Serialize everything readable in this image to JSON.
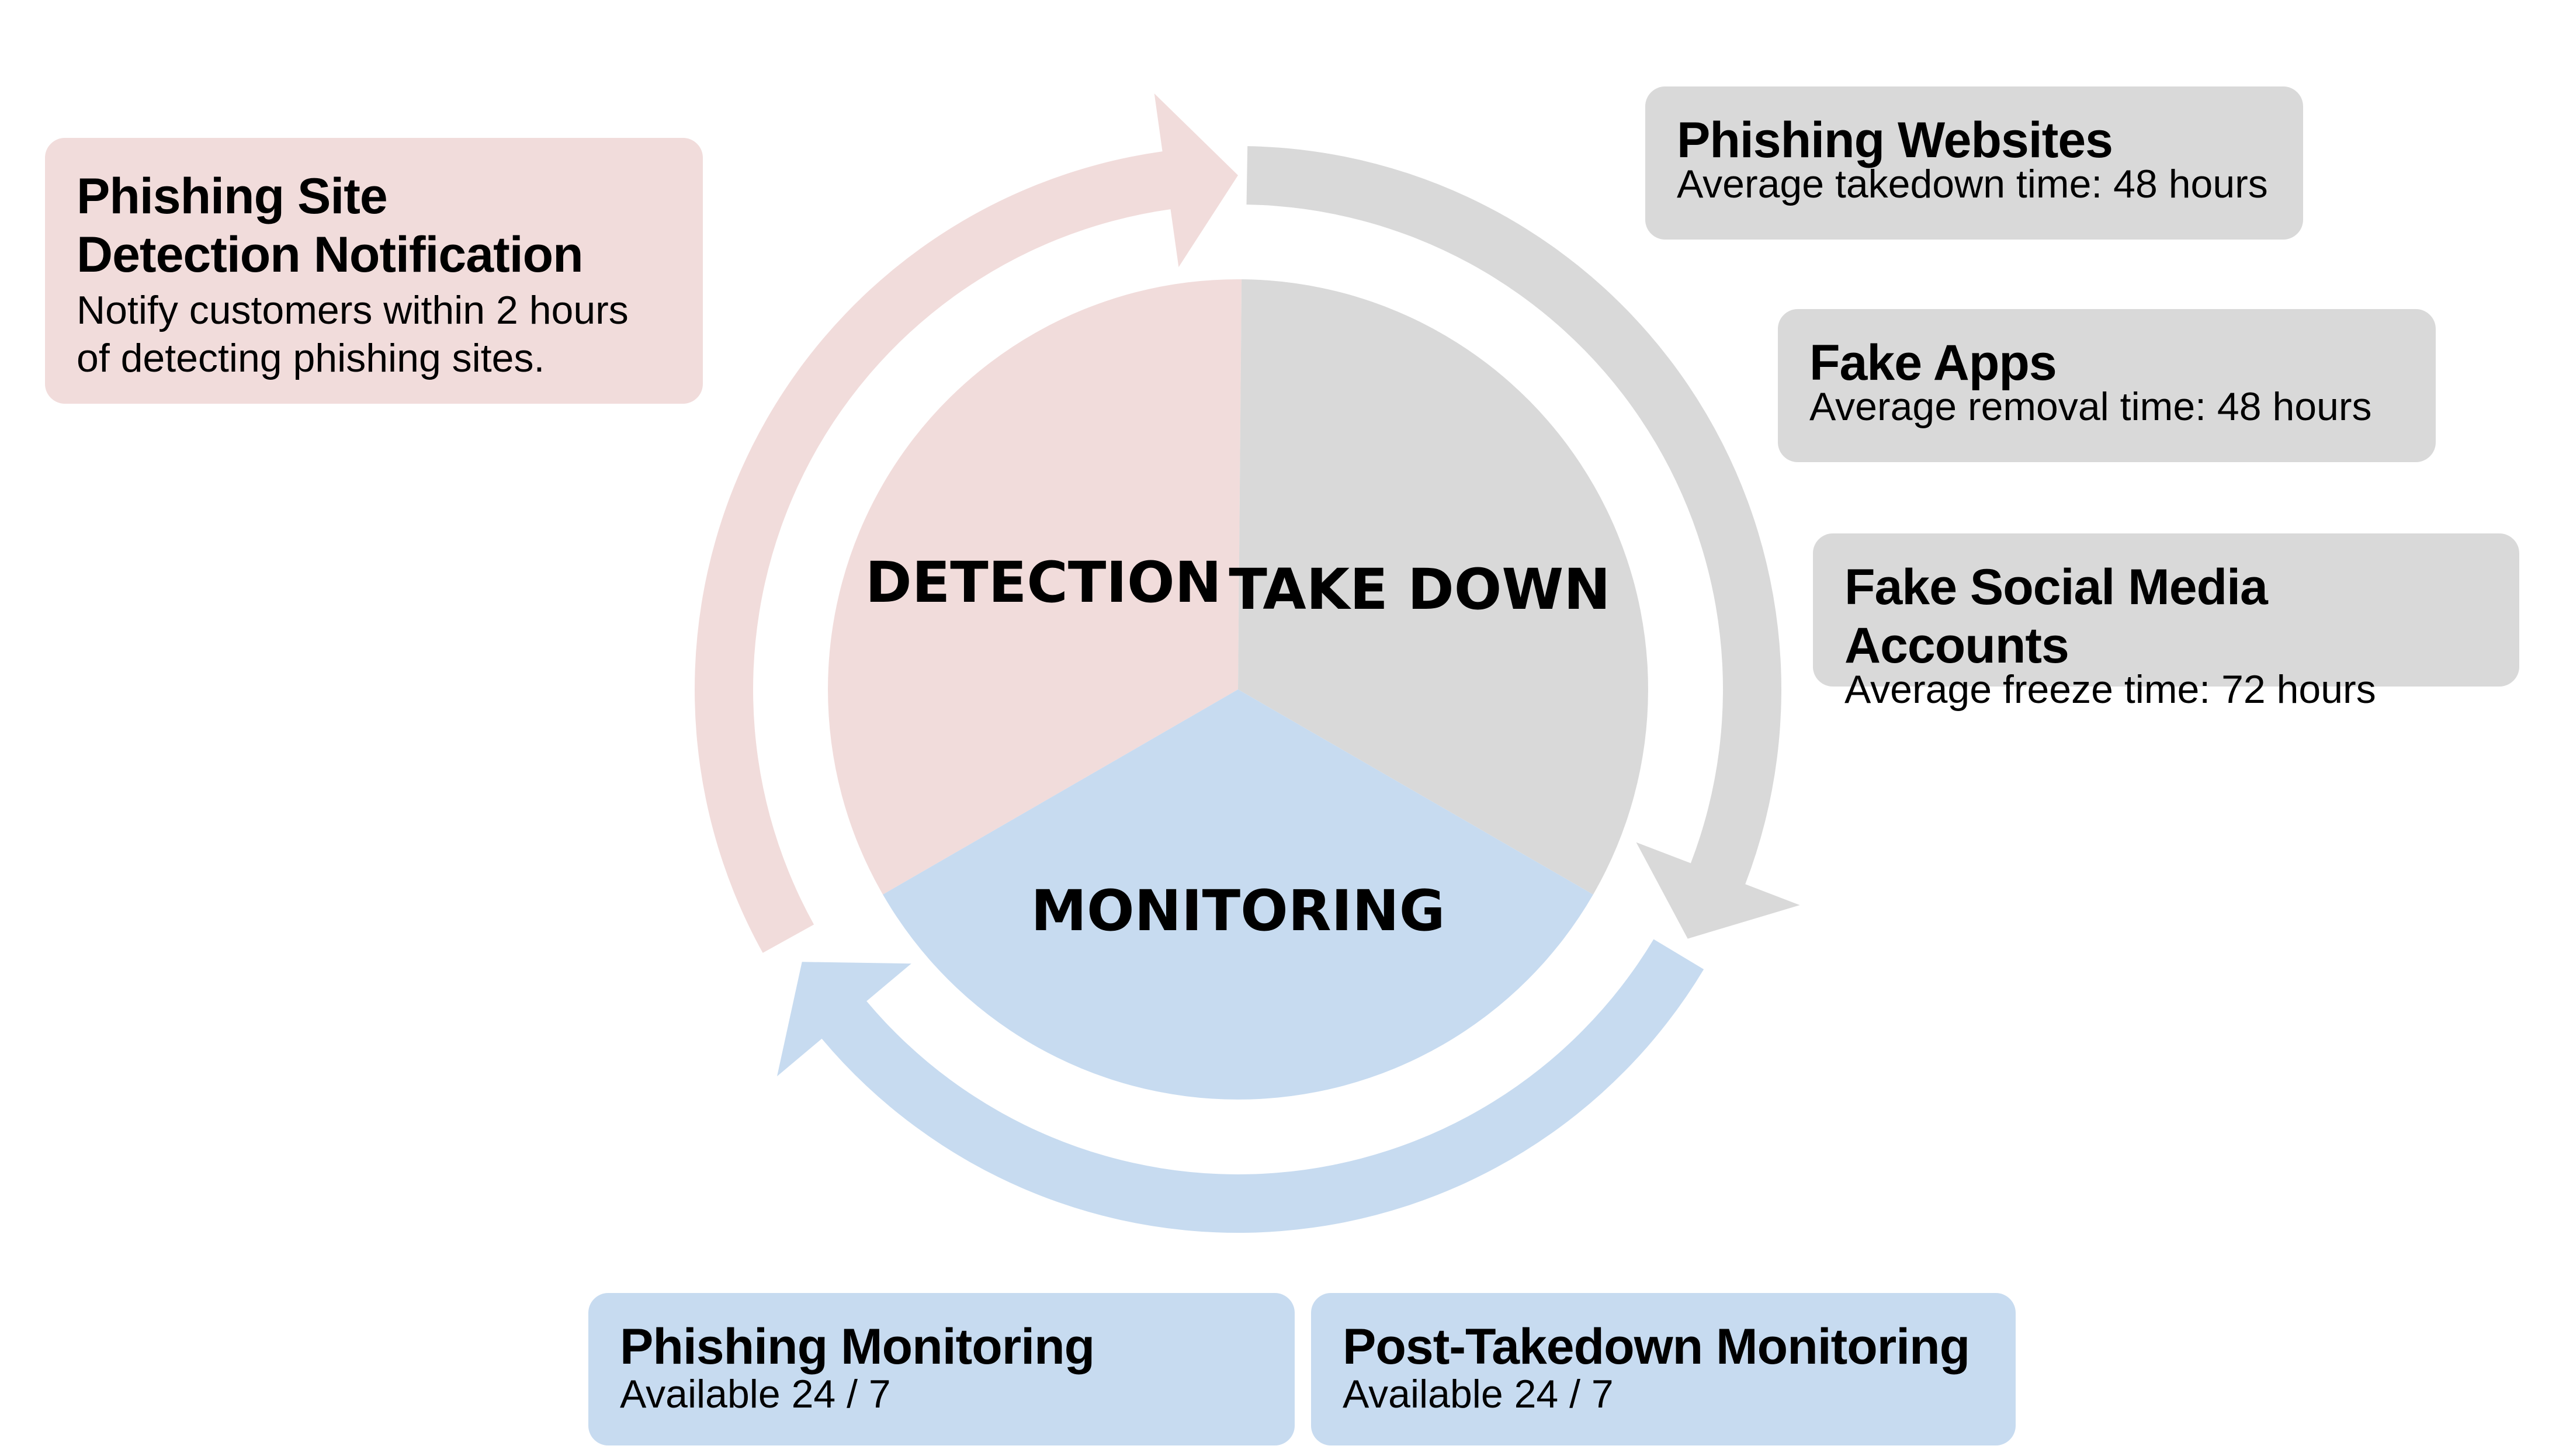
{
  "colors": {
    "detection": "#f1dcdb",
    "takedown": "#d9d9d9",
    "monitoring": "#c7dbf0",
    "text": "#000000",
    "background": "#ffffff"
  },
  "cycle": {
    "segments": [
      {
        "id": "detection",
        "label": "DETECTION"
      },
      {
        "id": "takedown",
        "label": "TAKE DOWN"
      },
      {
        "id": "monitoring",
        "label": "MONITORING"
      }
    ],
    "arrows": [
      {
        "from": "detection",
        "to": "takedown",
        "direction": "clockwise"
      },
      {
        "from": "takedown",
        "to": "monitoring",
        "direction": "clockwise"
      },
      {
        "from": "monitoring",
        "to": "detection",
        "direction": "clockwise"
      }
    ]
  },
  "detection_box": {
    "title_line1": "Phishing Site",
    "title_line2": "Detection Notification",
    "desc_line1": "Notify customers within 2 hours",
    "desc_line2": "of detecting phishing sites."
  },
  "takedown_boxes": [
    {
      "title": "Phishing Websites",
      "desc": "Average takedown time: 48 hours"
    },
    {
      "title": "Fake Apps",
      "desc": "Average removal time: 48 hours"
    },
    {
      "title": "Fake Social Media Accounts",
      "desc": "Average freeze time: 72 hours"
    }
  ],
  "monitoring_boxes": [
    {
      "title": "Phishing Monitoring",
      "desc": "Available 24 / 7"
    },
    {
      "title": "Post-Takedown Monitoring",
      "desc": "Available 24 / 7"
    }
  ]
}
